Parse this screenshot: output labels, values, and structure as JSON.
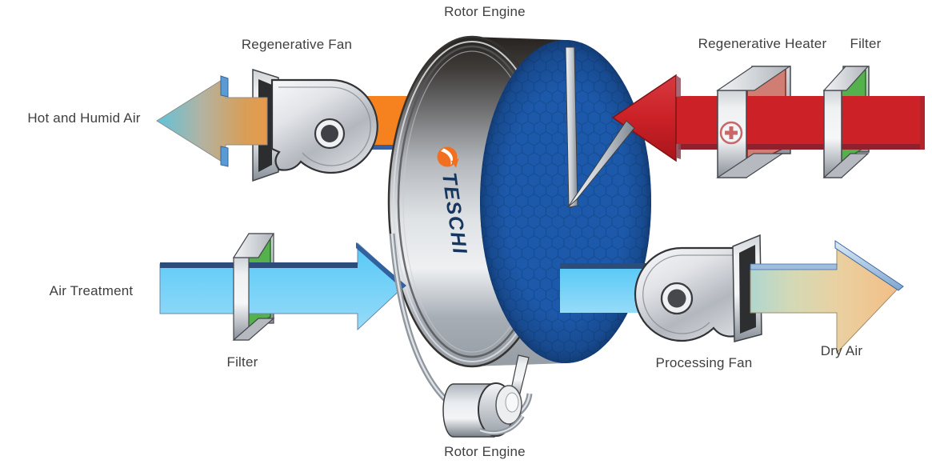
{
  "labels": {
    "rotor_engine_top": "Rotor Engine",
    "regenerative_fan": "Regenerative Fan",
    "regenerative_heater": "Regenerative Heater",
    "filter_top_right": "Filter",
    "hot_and_humid_air": "Hot and Humid Air",
    "air_treatment": "Air Treatment",
    "filter_bottom_left": "Filter",
    "processing_fan": "Processing Fan",
    "dry_air": "Dry Air",
    "rotor_engine_bottom": "Rotor Engine"
  },
  "brand": {
    "logo_text": "TESCHI"
  },
  "colors": {
    "rotor_face_blue": "#1d59aa",
    "regeneration_duct_orange": "#f5821f",
    "return_air_red": "#cb2127",
    "process_air_cyan": "#55c8f6",
    "dry_air_tan": "#f3bd85",
    "filter_green": "#55b14c",
    "heater_salmon": "#d07d74",
    "logo_orange": "#f26f1f",
    "logo_navy": "#17365e",
    "label_text": "#3f3f3f"
  }
}
